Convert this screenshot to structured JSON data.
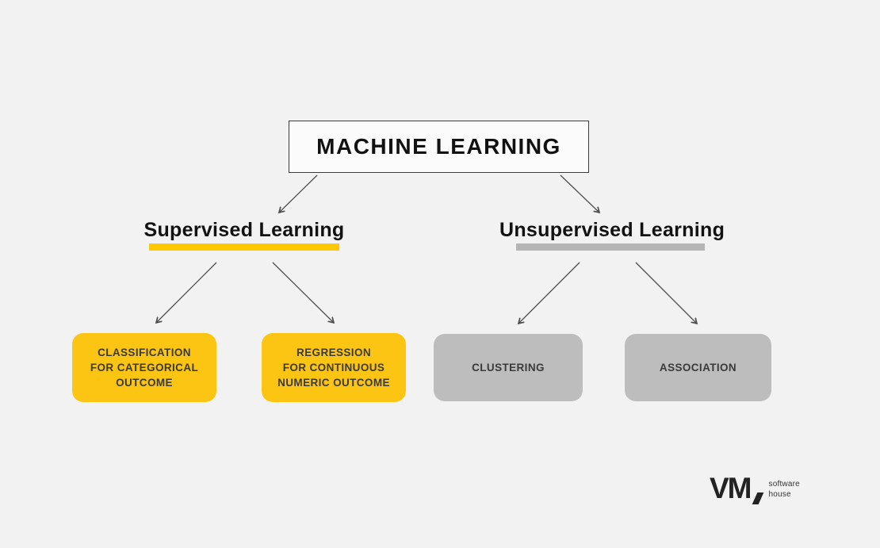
{
  "diagram": {
    "title": "MACHINE LEARNING",
    "branches": {
      "supervised": {
        "label": "Supervised Learning",
        "underline_color": "#FFC800"
      },
      "unsupervised": {
        "label": "Unsupervised Learning",
        "underline_color": "#B5B5B5"
      }
    },
    "leaves": {
      "classification": {
        "line1": "CLASSIFICATION",
        "line2": "FOR CATEGORICAL",
        "line3": "OUTCOME",
        "bg": "#FCC413"
      },
      "regression": {
        "line1": "REGRESSION",
        "line2": "FOR CONTINUOUS",
        "line3": "NUMERIC OUTCOME",
        "bg": "#FCC413"
      },
      "clustering": {
        "line1": "CLUSTERING",
        "bg": "#BDBDBD"
      },
      "association": {
        "line1": "ASSOCIATION",
        "bg": "#BDBDBD"
      }
    }
  },
  "logo": {
    "wordmark": "VM",
    "tagline_line1": "software",
    "tagline_line2": "house"
  },
  "colors": {
    "background": "#F2F2F2",
    "arrow": "#4d4d4d",
    "title_box_border": "#3c3c3c"
  }
}
